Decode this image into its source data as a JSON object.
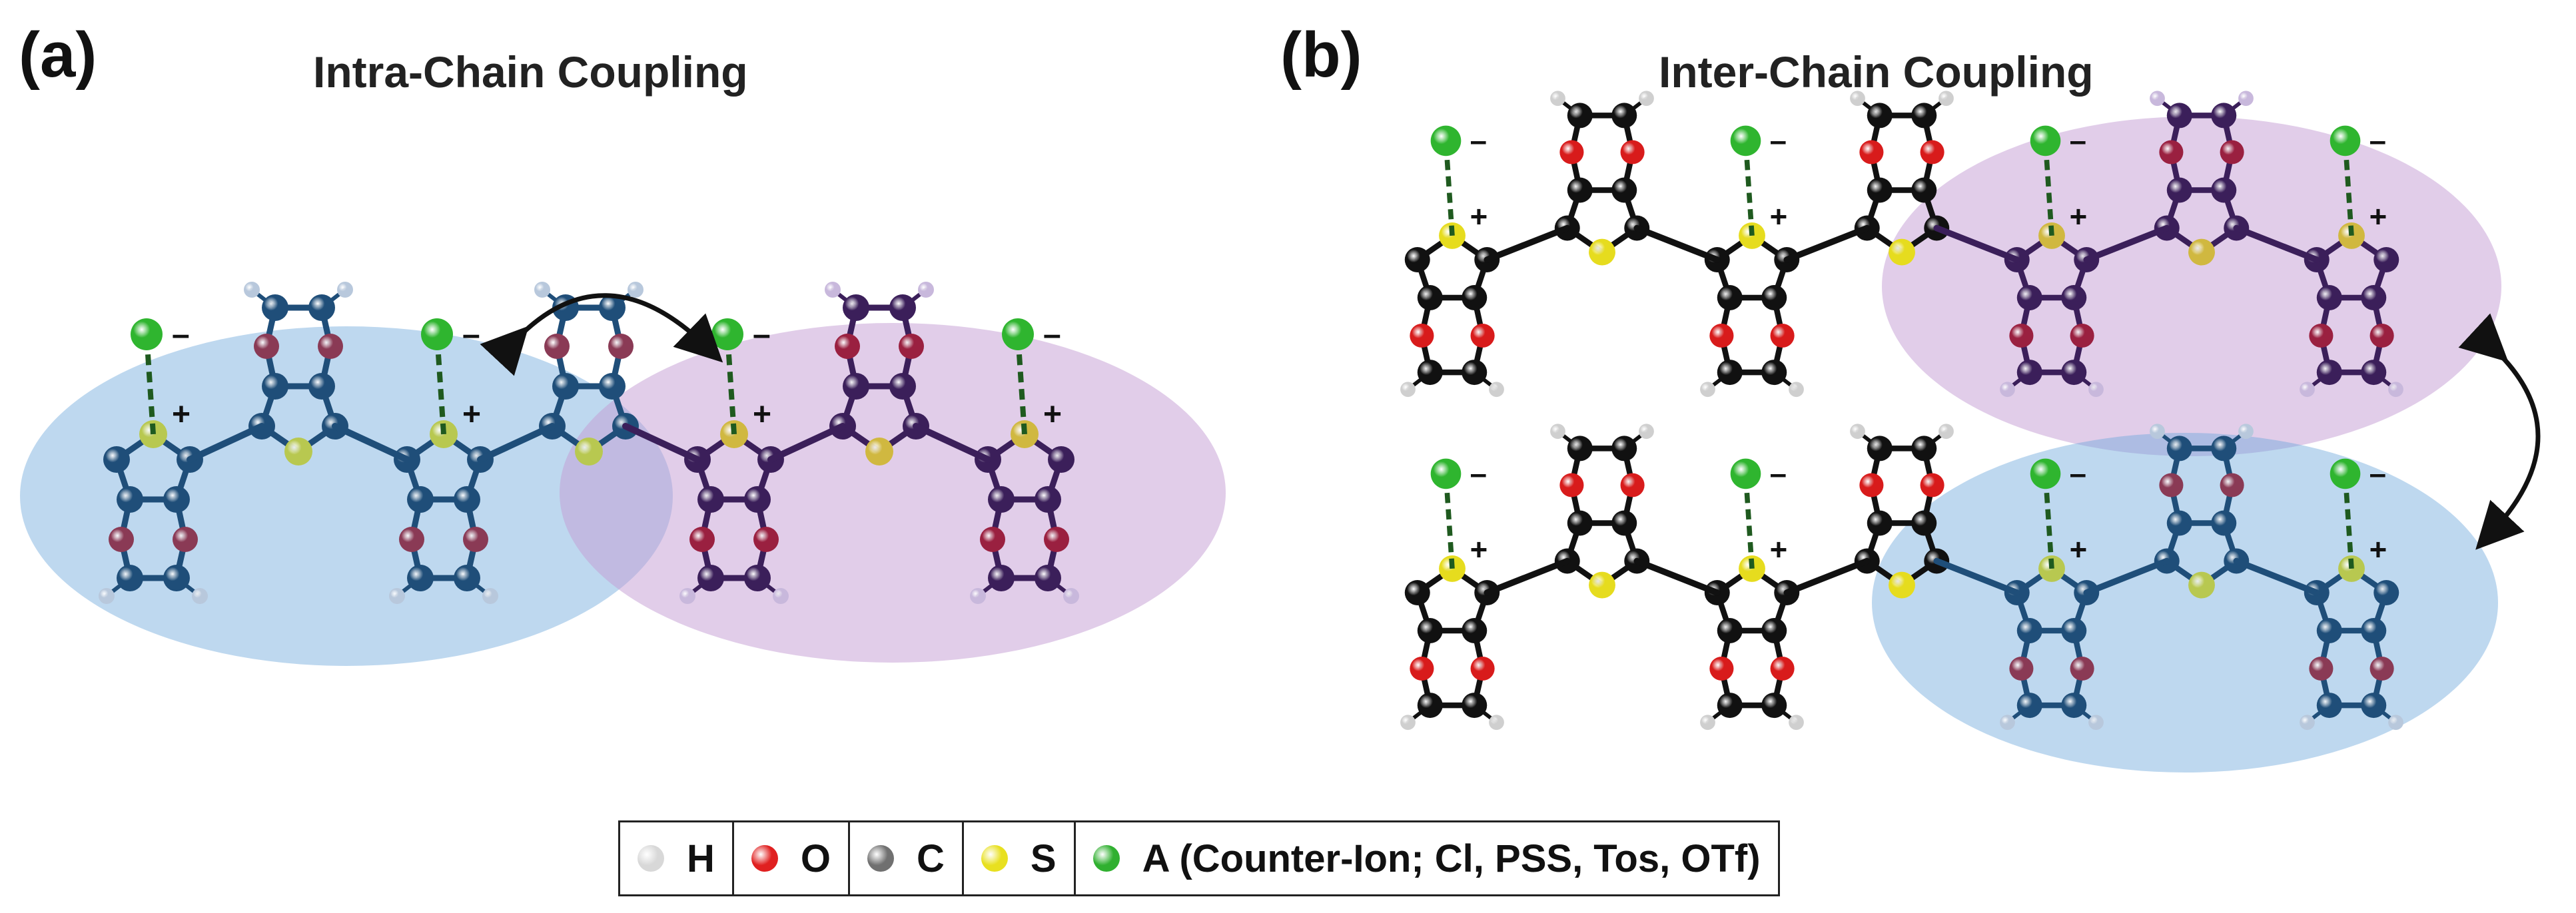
{
  "panel_a": {
    "label": "(a)",
    "title": "Intra-Chain Coupling",
    "chains": [
      {
        "units": [
          {
            "type": "edot",
            "attached_counter_ion": true,
            "charge_symbol": "+"
          },
          {
            "type": "edot",
            "attached_counter_ion": false
          },
          {
            "type": "edot",
            "attached_counter_ion": true,
            "charge_symbol": "+"
          },
          {
            "type": "edot",
            "attached_counter_ion": false
          },
          {
            "type": "edot",
            "attached_counter_ion": true,
            "charge_symbol": "+"
          },
          {
            "type": "edot",
            "attached_counter_ion": false
          },
          {
            "type": "edot",
            "attached_counter_ion": true,
            "charge_symbol": "+"
          }
        ]
      }
    ],
    "counter_ion_symbol": "–"
  },
  "panel_b": {
    "label": "(b)",
    "title": "Inter-Chain Coupling",
    "chains": [
      {
        "units": [
          {
            "type": "edot",
            "attached_counter_ion": true,
            "charge_symbol": "+"
          },
          {
            "type": "edot",
            "attached_counter_ion": false
          },
          {
            "type": "edot",
            "attached_counter_ion": true,
            "charge_symbol": "+"
          },
          {
            "type": "edot",
            "attached_counter_ion": false
          },
          {
            "type": "edot",
            "attached_counter_ion": true,
            "charge_symbol": "+"
          },
          {
            "type": "edot",
            "attached_counter_ion": false
          },
          {
            "type": "edot",
            "attached_counter_ion": true,
            "charge_symbol": "+"
          }
        ]
      },
      {
        "units": [
          {
            "type": "edot",
            "attached_counter_ion": true,
            "charge_symbol": "+"
          },
          {
            "type": "edot",
            "attached_counter_ion": false
          },
          {
            "type": "edot",
            "attached_counter_ion": true,
            "charge_symbol": "+"
          },
          {
            "type": "edot",
            "attached_counter_ion": false
          },
          {
            "type": "edot",
            "attached_counter_ion": true,
            "charge_symbol": "+"
          },
          {
            "type": "edot",
            "attached_counter_ion": false
          },
          {
            "type": "edot",
            "attached_counter_ion": true,
            "charge_symbol": "+"
          }
        ]
      }
    ],
    "counter_ion_symbol": "–"
  },
  "legend": [
    {
      "symbol": "H",
      "color": "#d8d8d8",
      "label": "H"
    },
    {
      "symbol": "O",
      "color": "#e02020",
      "label": "O"
    },
    {
      "symbol": "C",
      "color": "#707070",
      "label": "C"
    },
    {
      "symbol": "S",
      "color": "#e8e020",
      "label": "S"
    },
    {
      "symbol": "A",
      "color": "#30b030",
      "label": "A (Counter-Ion; Cl, PSS, Tos, OTf)"
    }
  ],
  "colors": {
    "blue_region": "#6fa8dc",
    "purple_region": "#c39bd3",
    "carbon": "#111111",
    "oxygen": "#d81b1b",
    "hydrogen": "#cfcfcf",
    "sulfur": "#e6dc1e",
    "counter_ion": "#2fb52f",
    "blue_tint": "#1f4e79",
    "purple_tint": "#3b1f5a"
  }
}
